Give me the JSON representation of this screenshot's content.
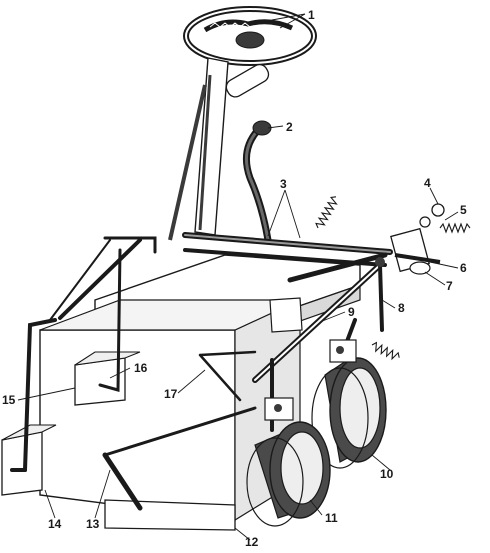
{
  "colors": {
    "ink": "#1a1a1a",
    "rod": "#3a3a3a",
    "rod_light": "#8a8a8a",
    "box_fill": "#ffffff",
    "box_shade": "#d9d9d9",
    "tyre": "#4a4a4a",
    "rim": "#eeeeee"
  },
  "labels": [
    "1",
    "2",
    "3",
    "4",
    "5",
    "6",
    "7",
    "8",
    "9",
    "10",
    "11",
    "12",
    "13",
    "14",
    "15",
    "16",
    "17"
  ]
}
